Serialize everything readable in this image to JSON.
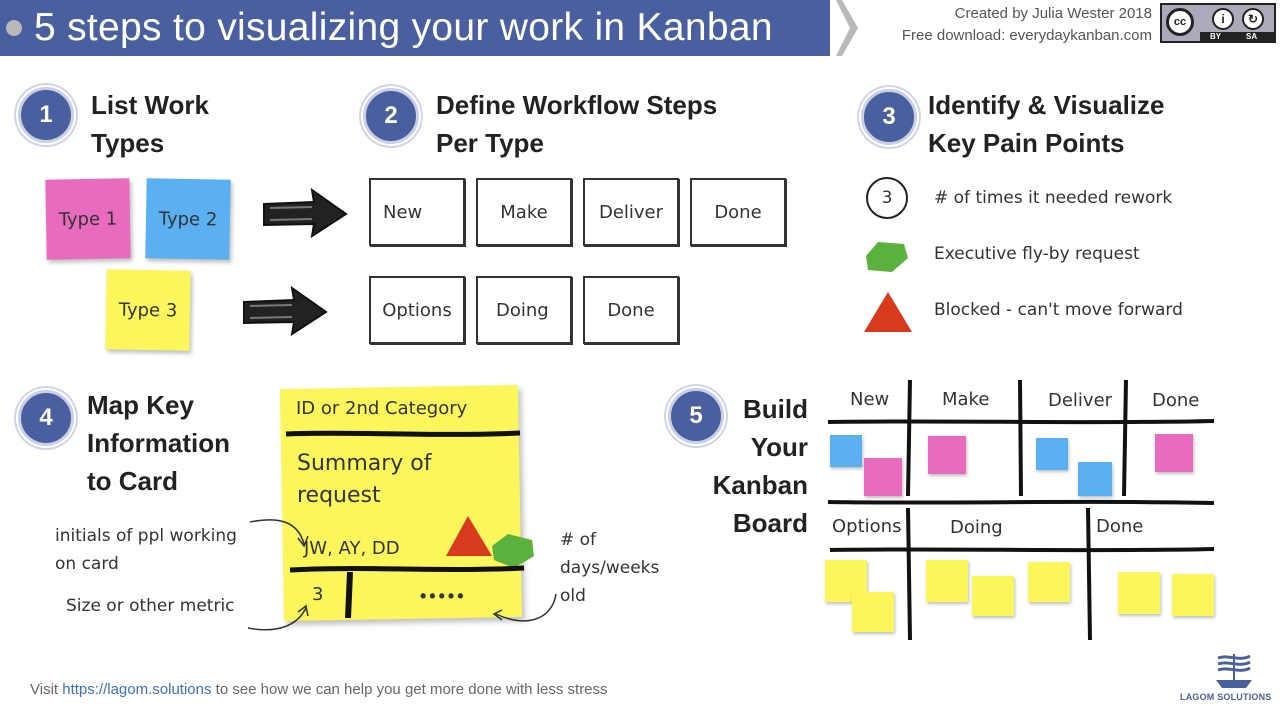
{
  "header": {
    "title": "5 steps to visualizing your work in Kanban",
    "credit_line1": "Created by Julia Wester 2018",
    "credit_line2": "Free download: everydaykanban.com",
    "license": {
      "by": "BY",
      "sa": "SA",
      "cc": "cc"
    }
  },
  "steps": [
    {
      "number": "1",
      "title_line1": "List Work",
      "title_line2": "Types"
    },
    {
      "number": "2",
      "title_line1": "Define Workflow Steps",
      "title_line2": "Per Type"
    },
    {
      "number": "3",
      "title_line1": "Identify & Visualize",
      "title_line2": "Key Pain Points"
    },
    {
      "number": "4",
      "title_line1": "Map Key",
      "title_line2": "Information",
      "title_line3": "to Card"
    },
    {
      "number": "5",
      "title_line1": "Build",
      "title_line2": "Your",
      "title_line3": "Kanban",
      "title_line4": "Board"
    }
  ],
  "work_types": [
    "Type 1",
    "Type 2",
    "Type 3"
  ],
  "workflows": {
    "row1": [
      "New",
      "Make",
      "Deliver",
      "Done"
    ],
    "row2": [
      "Options",
      "Doing",
      "Done"
    ]
  },
  "pain_points": [
    {
      "symbol": "3",
      "label": "# of times it needed rework"
    },
    {
      "label": "Executive fly-by request"
    },
    {
      "label": "Blocked - can't move forward"
    }
  ],
  "card": {
    "category": "ID or 2nd Category",
    "summary_line1": "Summary of",
    "summary_line2": "request",
    "initials": "JW, AY, DD",
    "size": "3",
    "age_dots": "•••••"
  },
  "annotations": {
    "initials_line1": "initials of ppl working",
    "initials_line2": "on card",
    "size": "Size or other metric",
    "age_line1": "# of",
    "age_line2": "days/weeks",
    "age_line3": "old"
  },
  "board": {
    "row1": [
      "New",
      "Make",
      "Deliver",
      "Done"
    ],
    "row2": [
      "Options",
      "Doing",
      "Done"
    ]
  },
  "colors": {
    "banner": "#4a5f9f",
    "pink": "#e86bbf",
    "blue": "#5ab0f0",
    "yellow": "#fbf65b",
    "green": "#5bb13d",
    "red": "#d83a1e"
  },
  "footer": {
    "prefix": "Visit ",
    "link": "https://lagom.solutions",
    "suffix": " to see how we can help you get more done with less stress",
    "logo": "LAGOM SOLUTIONS"
  }
}
